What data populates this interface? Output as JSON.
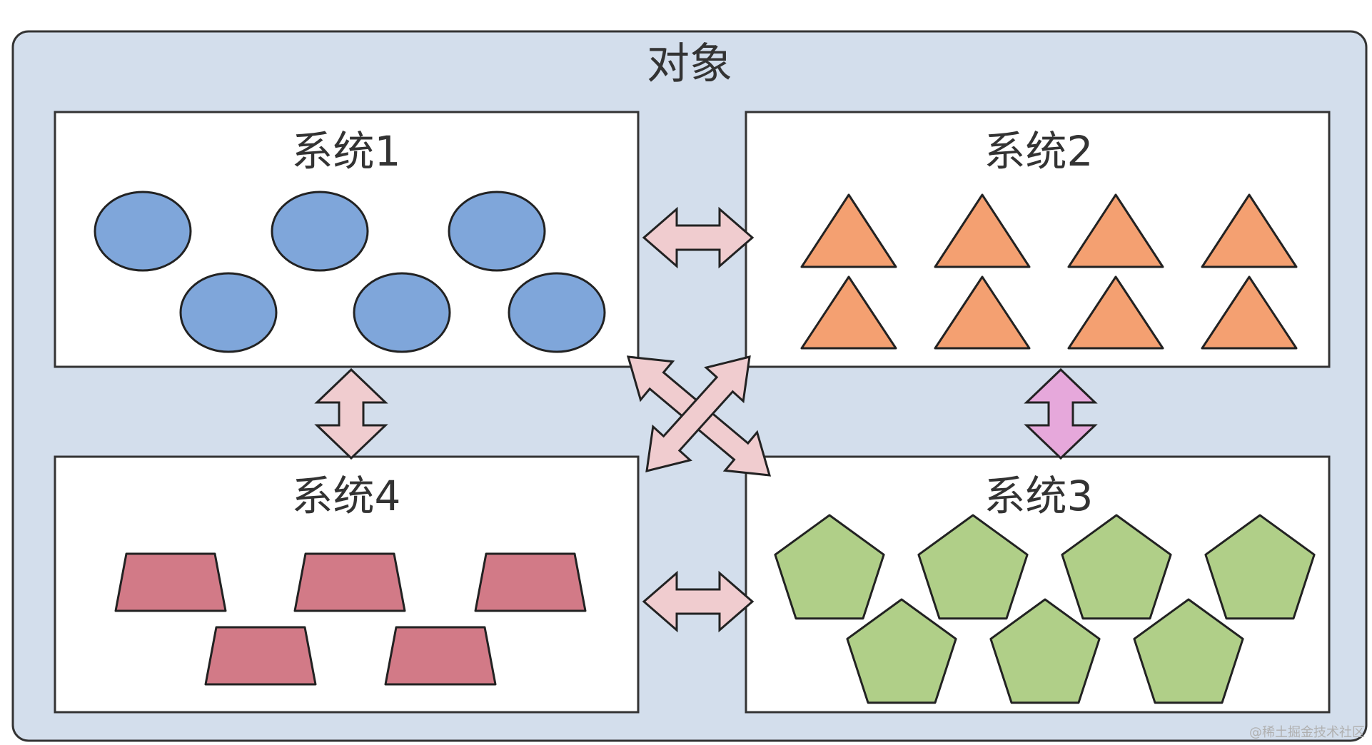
{
  "diagram": {
    "outer_title": "对象",
    "watermark": "@稀土掘金技术社区",
    "colors": {
      "outer_fill": "#d3deec",
      "outer_stroke": "#333333",
      "box_fill": "#ffffff",
      "box_stroke": "#333333",
      "circle_fill": "#7fa6da",
      "triangle_fill": "#f4a071",
      "pentagon_fill": "#b0cf88",
      "trapezoid_fill": "#d27a87",
      "arrow_fill": "#f0cccf",
      "arrow_fill_purple": "#e6a8db",
      "shape_stroke": "#222222"
    },
    "systems": [
      {
        "id": "system-1",
        "label": "系统1",
        "shape": "circle",
        "count": 6
      },
      {
        "id": "system-2",
        "label": "系统2",
        "shape": "triangle",
        "count": 8
      },
      {
        "id": "system-3",
        "label": "系统3",
        "shape": "pentagon",
        "count": 7
      },
      {
        "id": "system-4",
        "label": "系统4",
        "shape": "trapezoid",
        "count": 5
      }
    ],
    "connections": [
      {
        "from": "系统1",
        "to": "系统2",
        "type": "bidirectional"
      },
      {
        "from": "系统1",
        "to": "系统4",
        "type": "bidirectional"
      },
      {
        "from": "系统2",
        "to": "系统3",
        "type": "bidirectional"
      },
      {
        "from": "系统4",
        "to": "系统3",
        "type": "bidirectional"
      },
      {
        "from": "系统1",
        "to": "系统3",
        "type": "bidirectional"
      },
      {
        "from": "系统2",
        "to": "系统4",
        "type": "bidirectional"
      }
    ]
  }
}
